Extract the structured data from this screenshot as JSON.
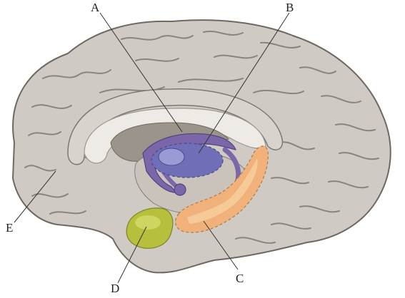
{
  "labels": {
    "a": "A",
    "b": "B",
    "c": "C",
    "d": "D",
    "e": "E"
  },
  "colors": {
    "background": "#ffffff",
    "cortex": "#cfcac4",
    "sulcus": "#8a847d",
    "corpus_callosum": "#eeebe7",
    "ventricle": "#ffffff",
    "thalamus_shadow": "#8f887f",
    "fornix": "#7a66a8",
    "fornix_light": "#9c8cc6",
    "thalamus": "#6f6fb8",
    "thalamus_light": "#9a9ad6",
    "hippocampus": "#f0b27a",
    "hippocampus_light": "#f7cf9f",
    "amygdala": "#b7c03c",
    "amygdala_light": "#d3d96a",
    "leader_line": "#333333"
  }
}
